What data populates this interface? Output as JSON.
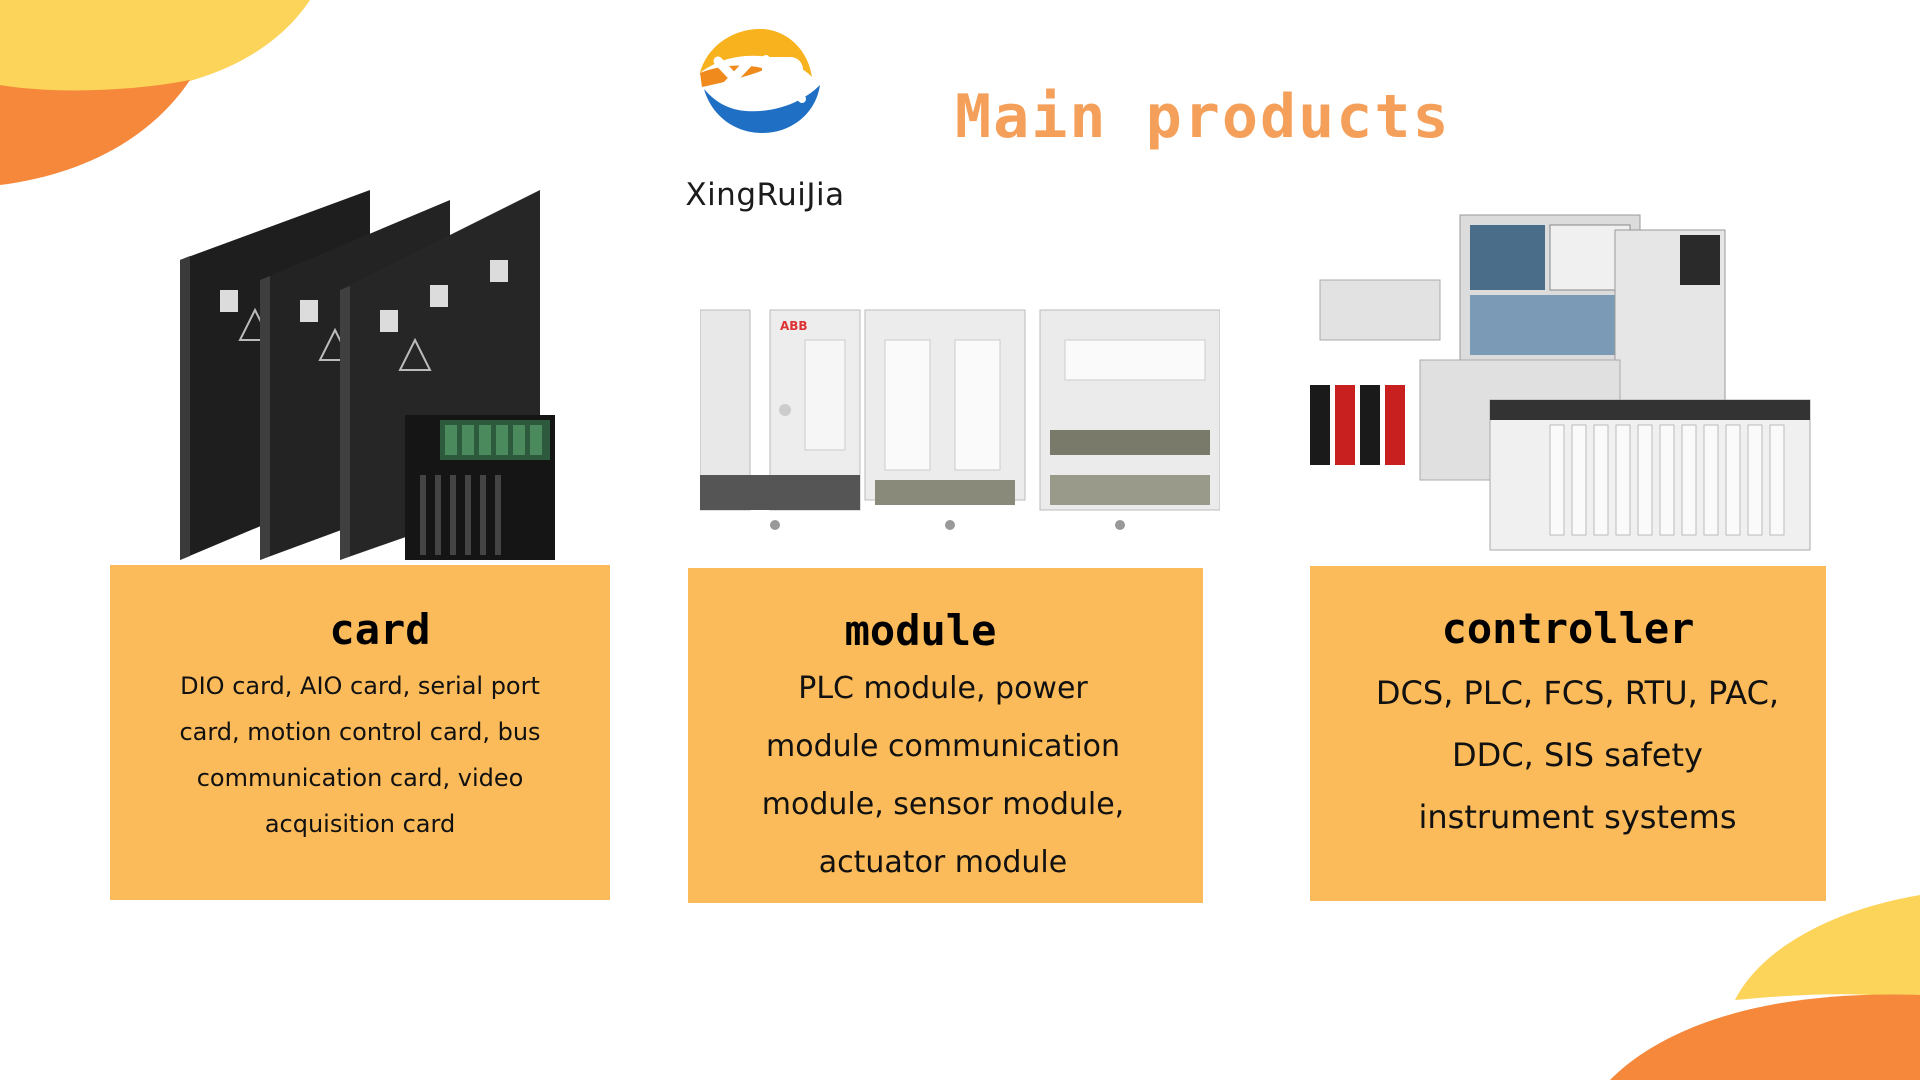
{
  "brand": {
    "name": "XingRuiJia"
  },
  "title": "Main  products",
  "products": [
    {
      "title": "card",
      "description": "DIO card, AIO card, serial port card, motion control card, bus communication card, video acquisition card"
    },
    {
      "title": "module",
      "description": "PLC module, power module communication module, sensor module, actuator module"
    },
    {
      "title": "controller",
      "description": "DCS, PLC, FCS, RTU, PAC, DDC, SIS safety instrument systems"
    }
  ],
  "colors": {
    "accent_orange": "#f4a05a",
    "card_background": "#fbbb5a",
    "deco_yellow": "#fcd45a",
    "deco_orange": "#f5883a",
    "logo_blue": "#1f6fc4"
  }
}
